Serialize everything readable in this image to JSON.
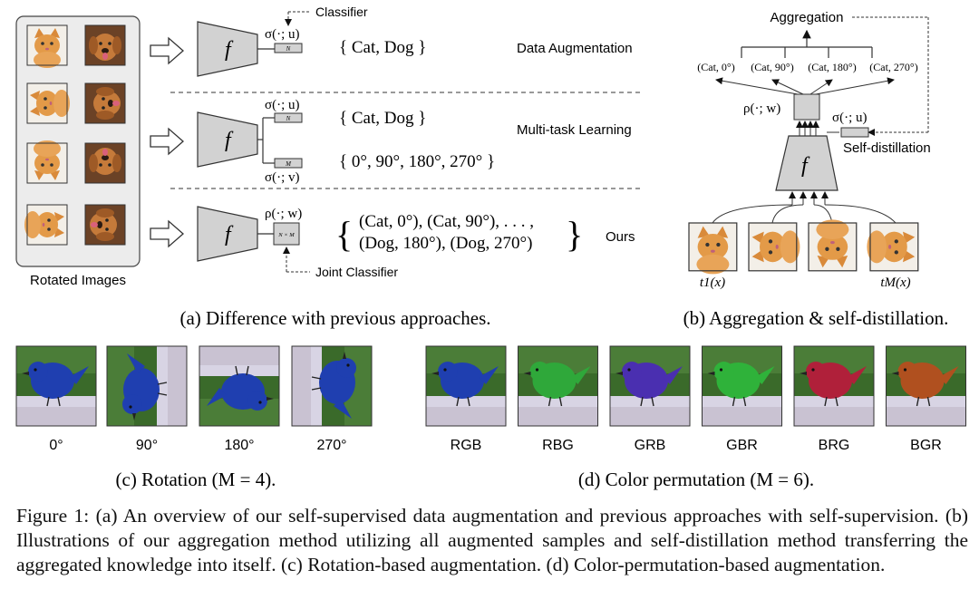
{
  "panel_a": {
    "rotated_images_label": "Rotated Images",
    "f_symbol": "f",
    "row1": {
      "sigma_label": "σ(·; u)",
      "classifier_label": "Classifier",
      "box_label": "N",
      "set_text": "{ Cat, Dog }",
      "method": "Data Augmentation"
    },
    "row2": {
      "sigma_u": "σ(·; u)",
      "sigma_v": "σ(·; v)",
      "box_top": "N",
      "box_bottom": "M",
      "set_top": "{ Cat, Dog }",
      "set_bottom": "{ 0°, 90°, 180°, 270° }",
      "method": "Multi-task Learning"
    },
    "row3": {
      "rho_label": "ρ(·; w)",
      "box_label": "N × M",
      "joint_label": "Joint Classifier",
      "set_line1": "(Cat, 0°), (Cat, 90°), . . . ,",
      "set_line2": "(Dog, 180°), (Dog, 270°)",
      "method": "Ours"
    },
    "caption": "(a) Difference with previous approaches."
  },
  "panel_b": {
    "aggregation_label": "Aggregation",
    "outputs": [
      "(Cat, 0°)",
      "(Cat, 90°)",
      "(Cat, 180°)",
      "(Cat, 270°)"
    ],
    "rho_label": "ρ(·; w)",
    "sigma_label": "σ(·; u)",
    "self_distillation_label": "Self-distillation",
    "f_symbol": "f",
    "t1_label": "t1(x)",
    "tm_label": "tM(x)",
    "caption": "(b) Aggregation & self-distillation."
  },
  "panel_c": {
    "labels": [
      "0°",
      "90°",
      "180°",
      "270°"
    ],
    "caption": "(c) Rotation (M = 4)."
  },
  "panel_d": {
    "labels": [
      "RGB",
      "RBG",
      "GRB",
      "GBR",
      "BRG",
      "BGR"
    ],
    "bird_colors": [
      "#1f3fb0",
      "#2fa83a",
      "#4a2fb0",
      "#2fb23a",
      "#b0203a",
      "#b0501f"
    ],
    "caption": "(d) Color permutation (M = 6)."
  },
  "figure_caption": "Figure 1: (a) An overview of our self-supervised data augmentation and previous approaches with self-supervision. (b) Illustrations of our aggregation method utilizing all augmented samples and self-distillation method transferring the aggregated knowledge into itself. (c) Rotation-based augmentation. (d) Color-permutation-based augmentation."
}
